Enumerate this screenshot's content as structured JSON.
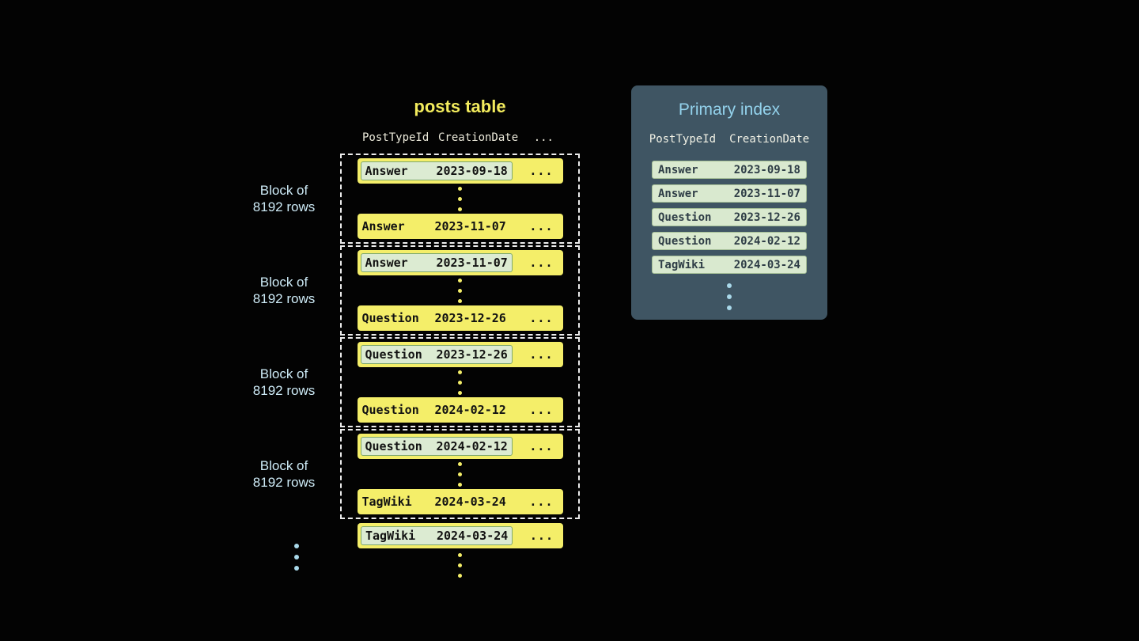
{
  "posts_table": {
    "title": "posts table",
    "header": {
      "col1": "PostTypeId",
      "col2": "CreationDate",
      "ellipsis": "..."
    },
    "ellipsis": "...",
    "blocks": [
      {
        "label1": "Block of",
        "label2": "8192 rows",
        "first_type": "Answer",
        "first_date": "2023-09-18",
        "last_type": "Answer",
        "last_date": "2023-11-07"
      },
      {
        "label1": "Block of",
        "label2": "8192 rows",
        "first_type": "Answer",
        "first_date": "2023-11-07",
        "last_type": "Question",
        "last_date": "2023-12-26"
      },
      {
        "label1": "Block of",
        "label2": "8192 rows",
        "first_type": "Question",
        "first_date": "2023-12-26",
        "last_type": "Question",
        "last_date": "2024-02-12"
      },
      {
        "label1": "Block of",
        "label2": "8192 rows",
        "first_type": "Question",
        "first_date": "2024-02-12",
        "last_type": "TagWiki",
        "last_date": "2024-03-24"
      }
    ],
    "next_row": {
      "type": "TagWiki",
      "date": "2024-03-24"
    }
  },
  "primary_index": {
    "title": "Primary index",
    "header": {
      "col1": "PostTypeId",
      "col2": "CreationDate"
    },
    "rows": [
      {
        "type": "Answer",
        "date": "2023-09-18"
      },
      {
        "type": "Answer",
        "date": "2023-11-07"
      },
      {
        "type": "Question",
        "date": "2023-12-26"
      },
      {
        "type": "Question",
        "date": "2024-02-12"
      },
      {
        "type": "TagWiki",
        "date": "2024-03-24"
      }
    ]
  },
  "colors": {
    "background": "#030303",
    "row_yellow": "#f4ee69",
    "title_yellow": "#f3ec5d",
    "highlight_mint": "#dcebd2",
    "mint_border": "#7da86e",
    "label_light_blue": "#cdeaf6",
    "panel_background": "#3f5563",
    "panel_title_blue": "#93d2ec",
    "index_row_mint": "#d9e9cf",
    "dot_blue": "#a9d9ea"
  }
}
